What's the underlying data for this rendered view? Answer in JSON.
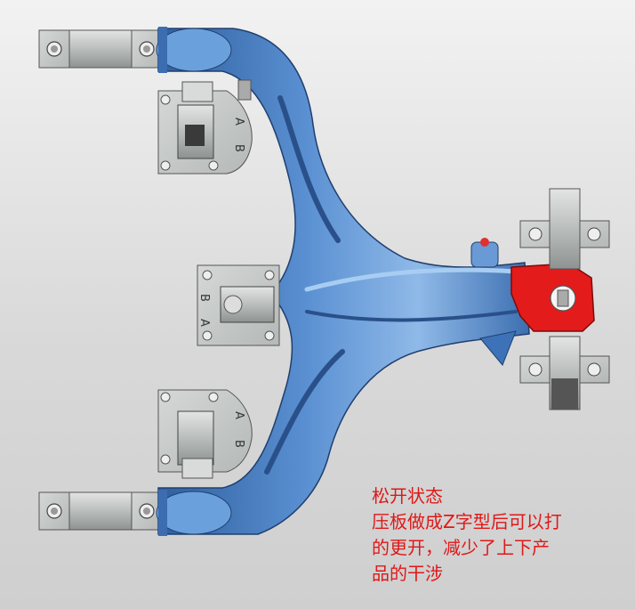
{
  "annotation": {
    "line1": "松开状态",
    "line2": "压板做成Z字型后可以打",
    "line3": "的更开，减少了上下产",
    "line4": "品的干涉"
  },
  "fixture_labels": {
    "top_clamp_a": "A",
    "top_clamp_b": "B",
    "mid_clamp_a": "A",
    "mid_clamp_b": "B",
    "bot_clamp_a": "A",
    "bot_clamp_b": "B"
  },
  "colors": {
    "part": "#4f86c9",
    "part_light": "#8fb9e8",
    "part_dark": "#2f5f9e",
    "clamp_pad": "#e31b1b",
    "fixture": "#c8cccb",
    "annotation": "#e01818"
  }
}
